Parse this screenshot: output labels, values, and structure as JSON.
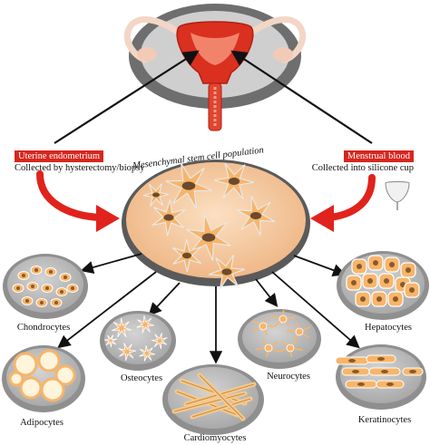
{
  "sources": {
    "left": {
      "tag": "Uterine endometrium",
      "caption": "Collected by hysterectomy/biopsy"
    },
    "right": {
      "tag": "Menstrual blood",
      "caption": "Collected into silicone cup"
    }
  },
  "center": {
    "title": "Mesenchymal stem cell population"
  },
  "cell_types": [
    "Chondrocytes",
    "Adipocytes",
    "Osteocytes",
    "Cardiomyocytes",
    "Neurocytes",
    "Keratinocytes",
    "Hepatocytes"
  ],
  "colors": {
    "source_tag": "#d7261e",
    "curved_arrow": "#e0231c",
    "uterus": "#d9301f",
    "dish_rim": "#8f8f8f",
    "dish_inner": "#bdbdbd",
    "center_disc": "#f5c99c",
    "center_rim": "#555555",
    "cell_body": "#f7b56a"
  }
}
